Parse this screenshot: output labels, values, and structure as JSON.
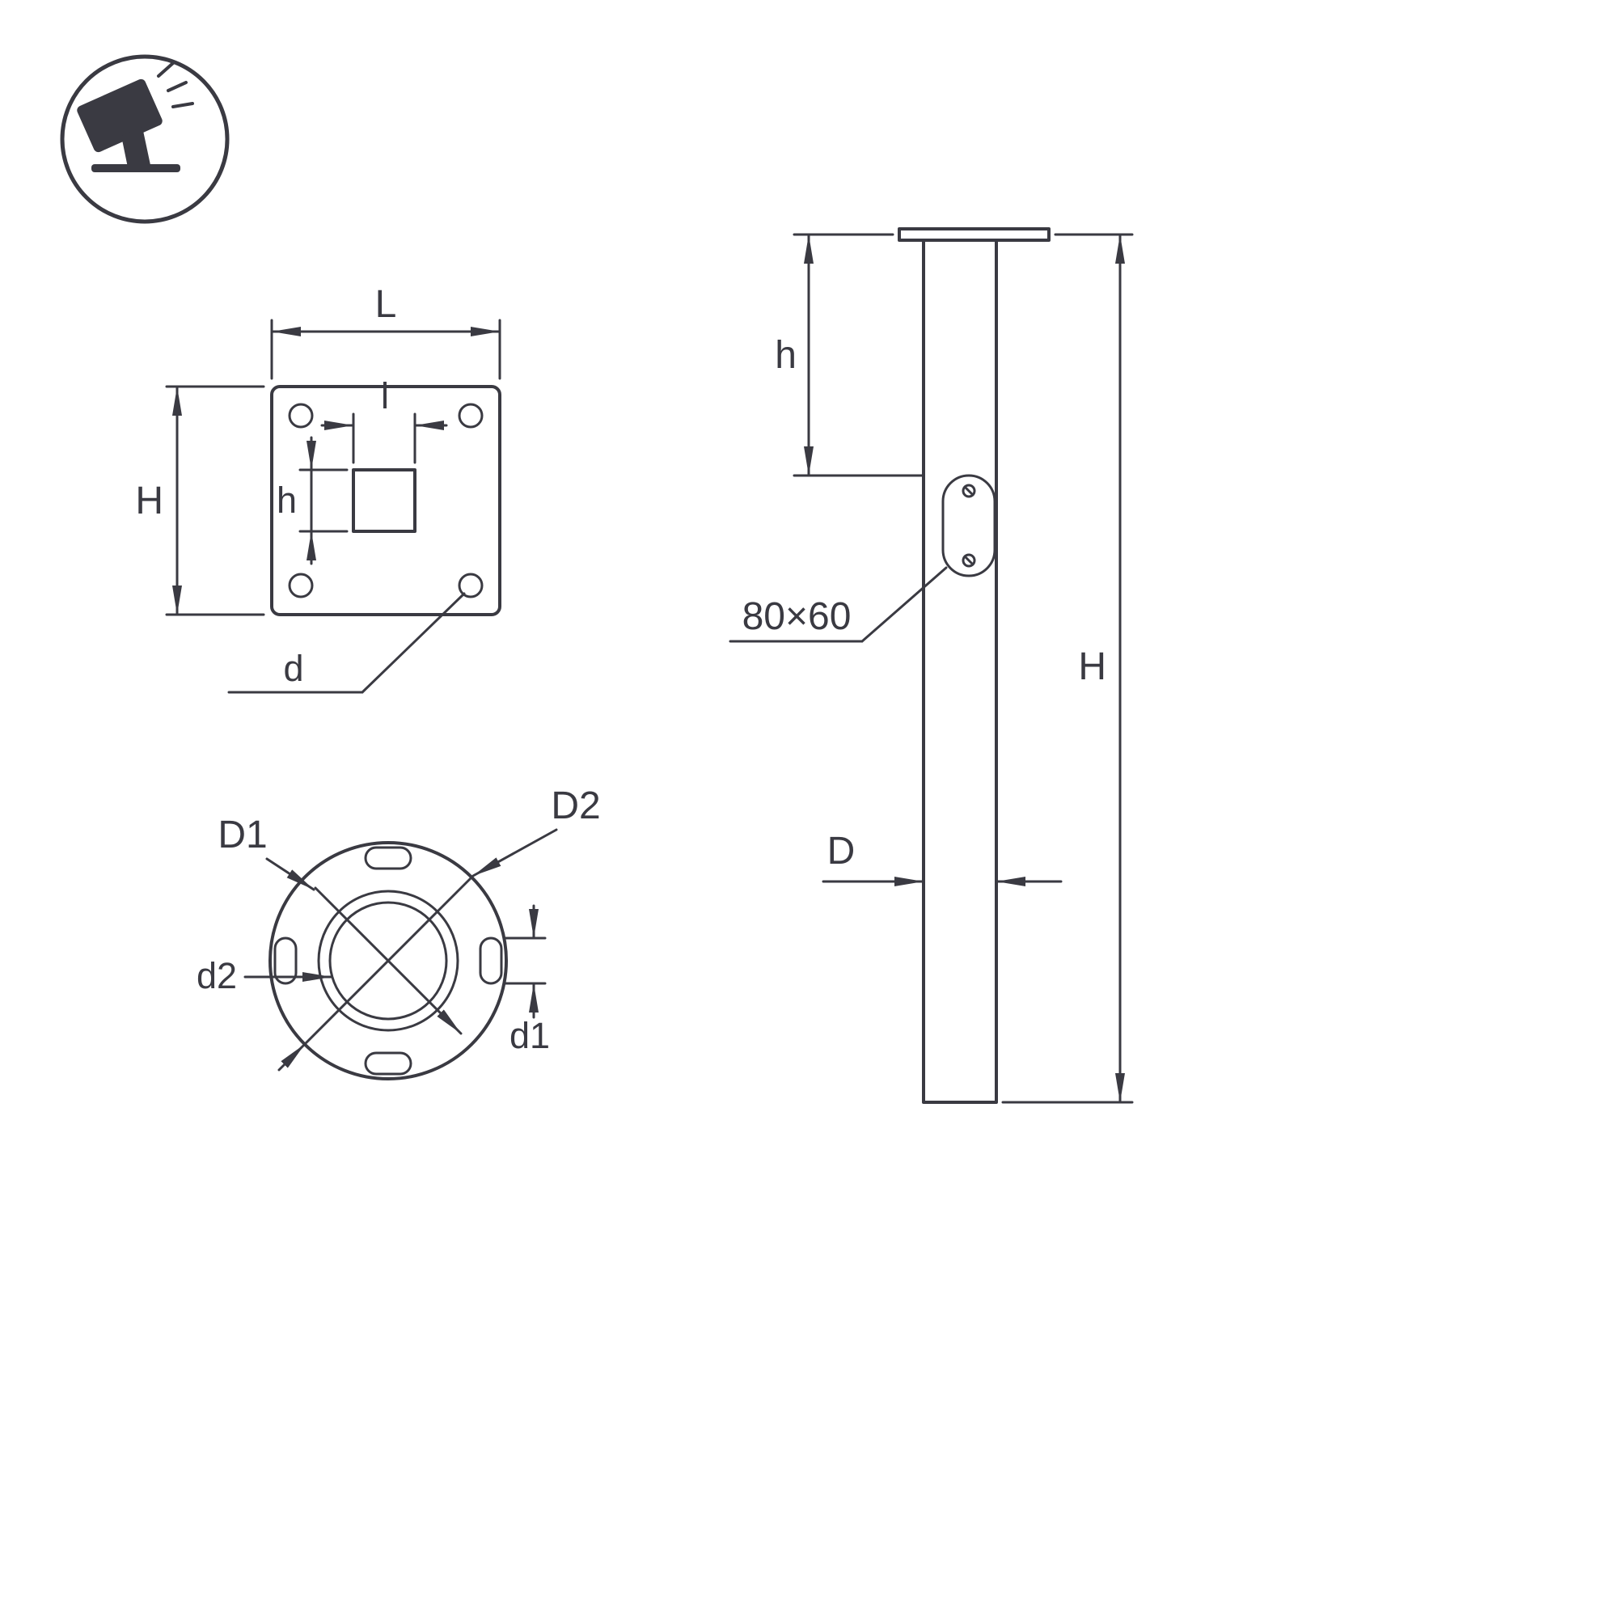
{
  "drawing": {
    "line_color": "#3a3a42",
    "background": "#ffffff",
    "logo_icon": "tilted-floodlight-with-rays-icon",
    "type": "pole-embedded-foundation-technical-drawing"
  },
  "top_view": {
    "label_L": "L",
    "label_l": "l",
    "label_H": "H",
    "label_h": "h",
    "label_d": "d"
  },
  "bottom_view": {
    "label_D1": "D1",
    "label_D2": "D2",
    "label_d1": "d1",
    "label_d2": "d2"
  },
  "side_view": {
    "label_h": "h",
    "label_H": "H",
    "label_D": "D",
    "label_hatch": "80×60"
  }
}
